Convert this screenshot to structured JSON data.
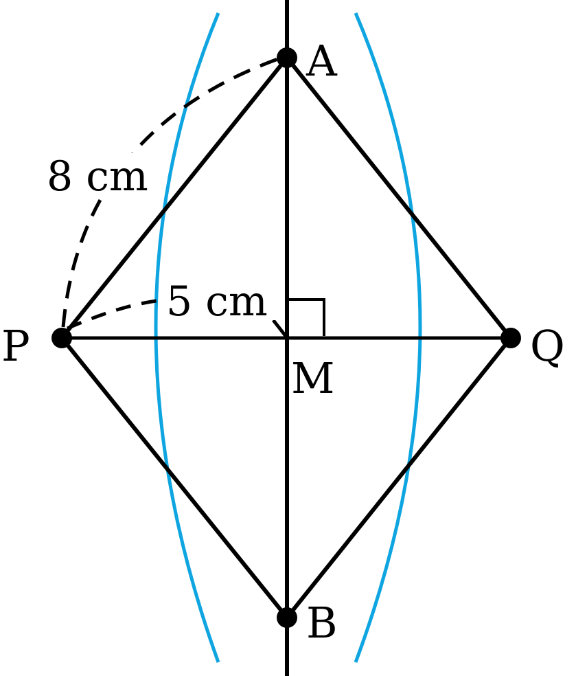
{
  "colors": {
    "stroke": "#000000",
    "arc": "#0ea5e0",
    "background": "#ffffff"
  },
  "points": {
    "A": "A",
    "B": "B",
    "P": "P",
    "Q": "Q",
    "M": "M"
  },
  "lengths": {
    "pa": "8 cm",
    "pm": "5 cm"
  }
}
